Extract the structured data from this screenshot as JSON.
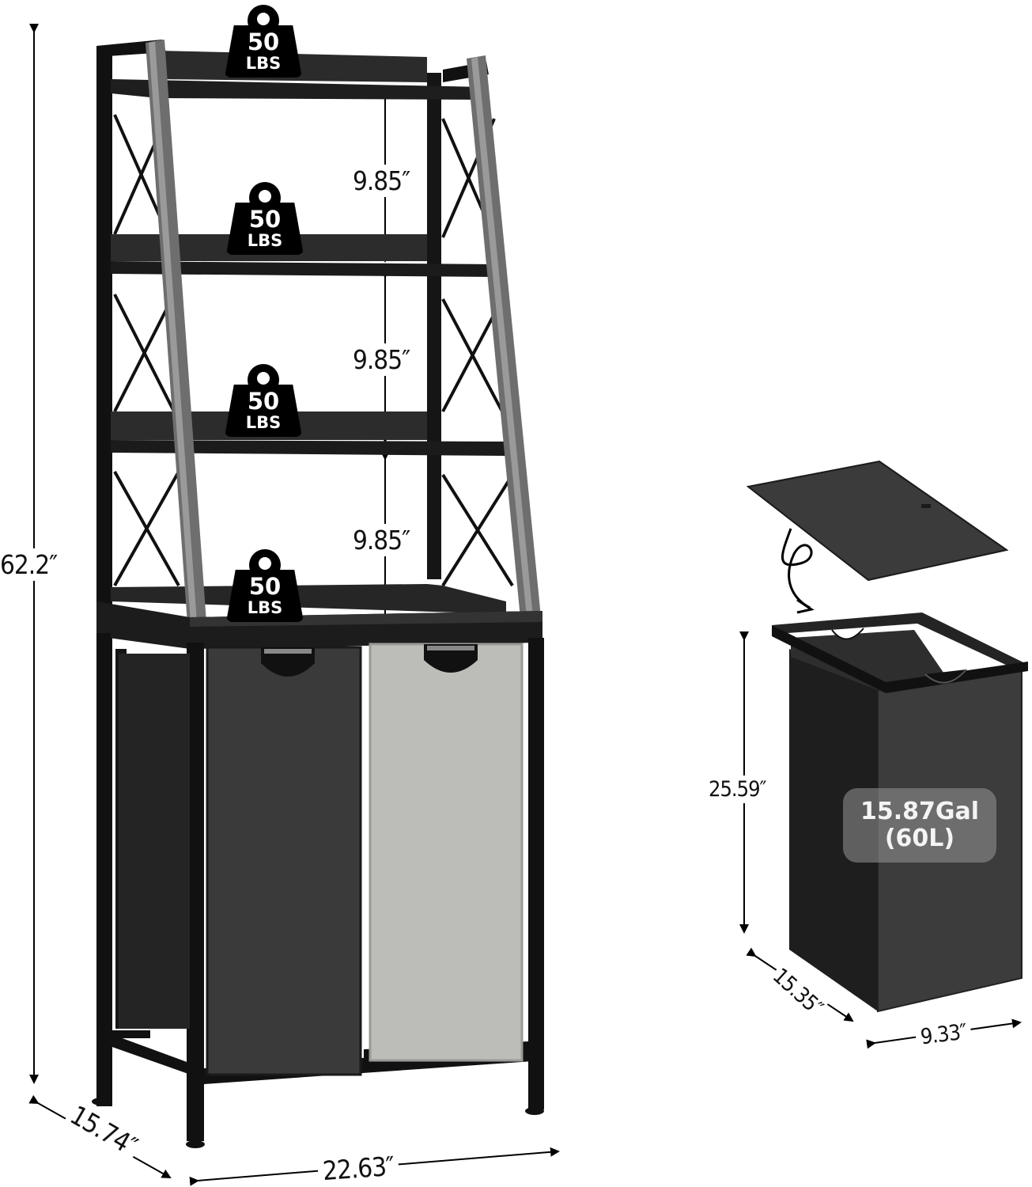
{
  "product": {
    "shelf_unit": {
      "height": "62.2″",
      "width": "22.63″",
      "depth": "15.74″",
      "shelf_spacing": [
        "9.85″",
        "9.85″",
        "9.85″"
      ],
      "shelf_loads": [
        {
          "value": "50",
          "unit": "LBS"
        },
        {
          "value": "50",
          "unit": "LBS"
        },
        {
          "value": "50",
          "unit": "LBS"
        },
        {
          "value": "50",
          "unit": "LBS"
        }
      ],
      "hamper_colors": [
        "#3a3a3a",
        "#bcbdb8"
      ]
    },
    "hamper": {
      "height": "25.59″",
      "depth": "15.35″",
      "width": "9.33″",
      "capacity_line1": "15.87Gal",
      "capacity_line2": "(60L)"
    }
  },
  "colors": {
    "frame": "#111111",
    "frame_highlight": "#7a7a7a",
    "shelf": "#2a2a2a",
    "hamper_dark": "#3a3a3a",
    "hamper_light": "#bcbdb8",
    "lid": "#3b3b3b"
  }
}
